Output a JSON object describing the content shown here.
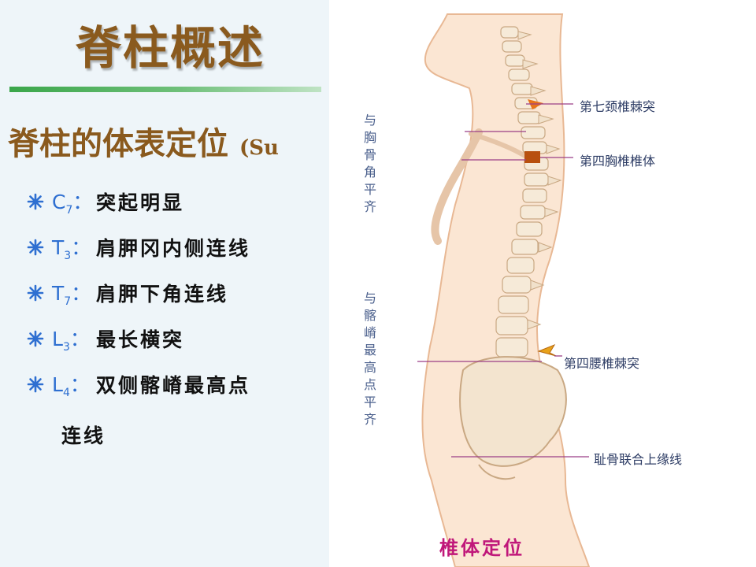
{
  "slide": {
    "title": "脊柱概述",
    "subtitle": "脊柱的体表定位",
    "subtitle_paren": "(Su",
    "bullets": [
      {
        "label_main": "C",
        "label_sub": "7",
        "desc": "突起明显"
      },
      {
        "label_main": "T",
        "label_sub": "3",
        "desc": "肩胛冈内侧连线"
      },
      {
        "label_main": "T",
        "label_sub": "7",
        "desc": "肩胛下角连线"
      },
      {
        "label_main": "L",
        "label_sub": "3",
        "desc": "最长横突"
      },
      {
        "label_main": "L",
        "label_sub": "4",
        "desc": "双侧髂嵴最高点"
      }
    ],
    "bullet_continuation": "连线",
    "colors": {
      "title": "#8a5a1e",
      "label": "#2e6fd1",
      "rule": "#3aa64a",
      "caption": "#c0187a"
    }
  },
  "figure": {
    "left_notes": [
      "与胸骨角平齐",
      "与髂嵴最高点平齐"
    ],
    "annotations": [
      "第七颈椎棘突",
      "第四胸椎椎体",
      "第四腰椎棘突",
      "耻骨联合上缘线"
    ],
    "caption": "椎体定位"
  }
}
